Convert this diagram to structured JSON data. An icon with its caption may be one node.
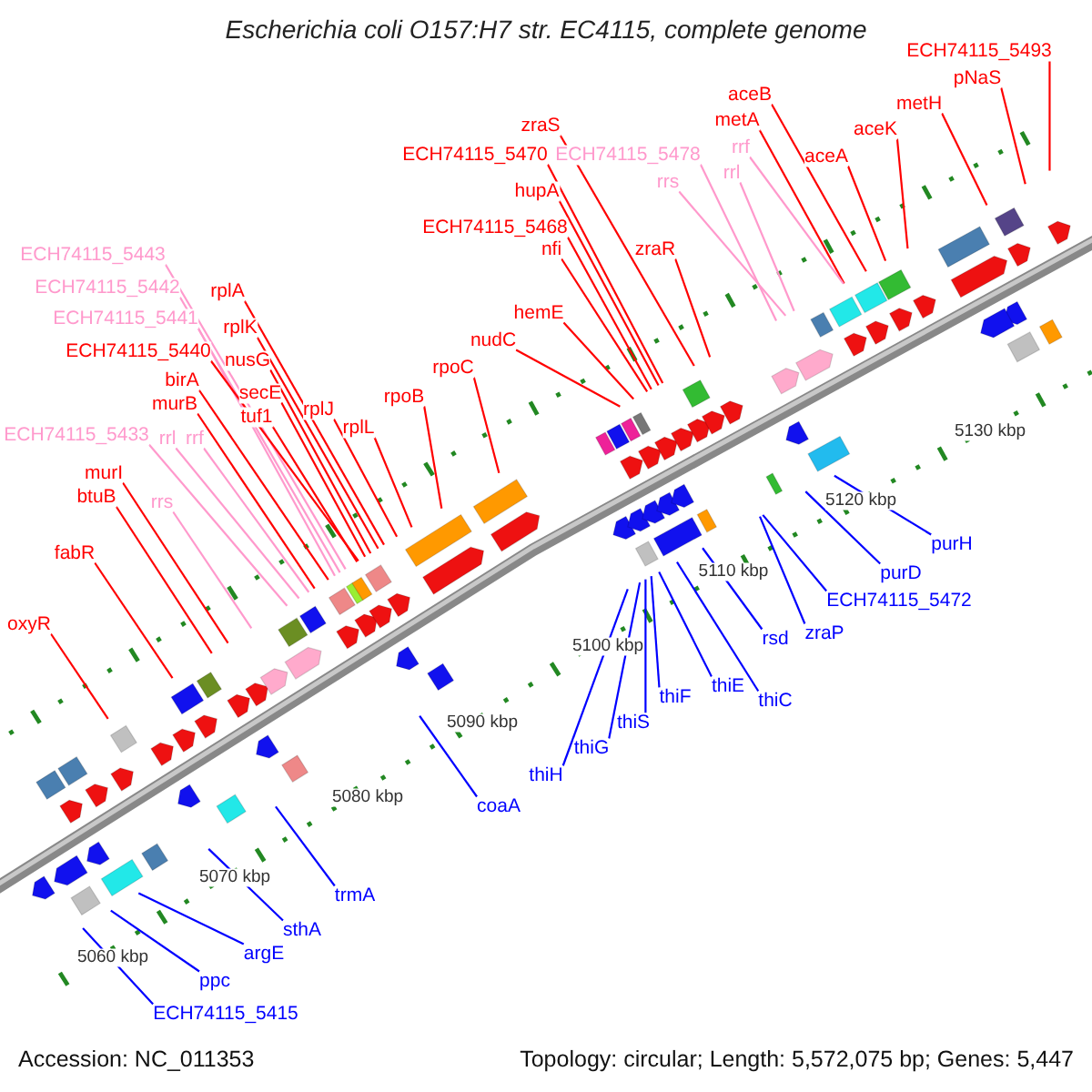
{
  "diagram": {
    "title": "Escherichia coli O157:H7 str. EC4115, complete genome",
    "nodes": [
      {
        "text": [
          "ECH74115_5493"
        ]
      },
      {
        "text": [
          "pNaS"
        ]
      },
      {
        "text": [
          "aceB"
        ]
      },
      {
        "text": [
          "metH"
        ]
      },
      {
        "text": [
          "metA"
        ]
      },
      {
        "text": [
          "zraS"
        ]
      },
      {
        "text": [
          "aceK"
        ]
      },
      {
        "text": [
          "rrf"
        ]
      },
      {
        "text": [
          "ECH74115_5470"
        ]
      },
      {
        "text": [
          "ECH74115_5478"
        ]
      },
      {
        "text": [
          "aceA"
        ]
      },
      {
        "text": [
          "rrl"
        ]
      },
      {
        "text": [
          "rrs"
        ]
      },
      {
        "text": [
          "hupA"
        ]
      },
      {
        "text": [
          "ECH74115_5468"
        ]
      },
      {
        "text": [
          "nfi"
        ]
      },
      {
        "text": [
          "zraR"
        ]
      },
      {
        "text": [
          "ECH74115_5443"
        ]
      },
      {
        "text": [
          "rplA"
        ]
      },
      {
        "text": [
          "ECH74115_5442"
        ]
      },
      {
        "text": [
          "hemE"
        ]
      },
      {
        "text": [
          "ECH74115_5441"
        ]
      },
      {
        "text": [
          "rplK"
        ]
      },
      {
        "text": [
          "nudC"
        ]
      },
      {
        "text": [
          "ECH74115_5440"
        ]
      },
      {
        "text": [
          "nusG"
        ]
      },
      {
        "text": [
          "rpoC"
        ]
      },
      {
        "text": [
          "birA"
        ]
      },
      {
        "text": [
          "secE"
        ]
      },
      {
        "text": [
          "rpoB"
        ]
      },
      {
        "text": [
          "murB"
        ]
      },
      {
        "text": [
          "rplJ"
        ]
      },
      {
        "text": [
          "tuf1"
        ]
      },
      {
        "text": [
          "rplL"
        ]
      },
      {
        "text": [
          "ECH74115_5433"
        ]
      },
      {
        "text": [
          "rrl"
        ]
      },
      {
        "text": [
          "rrf"
        ]
      },
      {
        "text": [
          "murI"
        ]
      },
      {
        "text": [
          "btuB"
        ]
      },
      {
        "text": [
          "rrs"
        ]
      },
      {
        "text": [
          "fabR"
        ]
      },
      {
        "text": [
          "oxyR"
        ]
      },
      {
        "text": [
          "purH"
        ]
      },
      {
        "text": [
          "purD"
        ]
      },
      {
        "text": [
          "ECH74115_5472"
        ]
      },
      {
        "text": [
          "zraP"
        ]
      },
      {
        "text": [
          "rsd"
        ]
      },
      {
        "text": [
          "thiF"
        ]
      },
      {
        "text": [
          "thiE"
        ]
      },
      {
        "text": [
          "thiC"
        ]
      },
      {
        "text": [
          "thiS"
        ]
      },
      {
        "text": [
          "thiG"
        ]
      },
      {
        "text": [
          "thiH"
        ]
      },
      {
        "text": [
          "coaA"
        ]
      },
      {
        "text": [
          "trmA"
        ]
      },
      {
        "text": [
          "argE"
        ]
      },
      {
        "text": [
          "sthA"
        ]
      },
      {
        "text": [
          "ppc"
        ]
      },
      {
        "text": [
          "ECH74115_5415"
        ]
      }
    ],
    "edges": [
      {
        "from": 0,
        "to": null,
        "arrow": "none"
      },
      {
        "from": 1,
        "to": null,
        "arrow": "none"
      },
      {
        "from": 2,
        "to": null,
        "arrow": "none"
      },
      {
        "from": 3,
        "to": null,
        "arrow": "none"
      },
      {
        "from": 4,
        "to": null,
        "arrow": "none"
      },
      {
        "from": 5,
        "to": null,
        "arrow": "none"
      },
      {
        "from": 6,
        "to": null,
        "arrow": "none"
      },
      {
        "from": 7,
        "to": null,
        "arrow": "none",
        "color": "#ff99cc"
      },
      {
        "from": 8,
        "to": null,
        "arrow": "none"
      },
      {
        "from": 9,
        "to": null,
        "arrow": "none",
        "color": "#ff99cc"
      },
      {
        "from": 10,
        "to": null,
        "arrow": "none"
      },
      {
        "from": 11,
        "to": null,
        "arrow": "none",
        "color": "#ff99cc"
      },
      {
        "from": 12,
        "to": null,
        "arrow": "none",
        "color": "#ff99cc"
      },
      {
        "from": 13,
        "to": null,
        "arrow": "none"
      },
      {
        "from": 14,
        "to": null,
        "arrow": "none"
      },
      {
        "from": 15,
        "to": null,
        "arrow": "none"
      },
      {
        "from": 16,
        "to": null,
        "arrow": "none"
      },
      {
        "from": 17,
        "to": null,
        "arrow": "none",
        "color": "#ff99cc"
      },
      {
        "from": 18,
        "to": null,
        "arrow": "none"
      },
      {
        "from": 19,
        "to": null,
        "arrow": "none",
        "color": "#ff99cc"
      },
      {
        "from": 20,
        "to": null,
        "arrow": "none"
      },
      {
        "from": 21,
        "to": null,
        "arrow": "none",
        "color": "#ff99cc"
      },
      {
        "from": 22,
        "to": null,
        "arrow": "none"
      },
      {
        "from": 23,
        "to": null,
        "arrow": "none"
      },
      {
        "from": 24,
        "to": null,
        "arrow": "none"
      },
      {
        "from": 25,
        "to": null,
        "arrow": "none"
      },
      {
        "from": 26,
        "to": null,
        "arrow": "none"
      },
      {
        "from": 27,
        "to": null,
        "arrow": "none"
      },
      {
        "from": 28,
        "to": null,
        "arrow": "none"
      },
      {
        "from": 29,
        "to": null,
        "arrow": "none"
      },
      {
        "from": 30,
        "to": null,
        "arrow": "none"
      },
      {
        "from": 31,
        "to": null,
        "arrow": "none"
      },
      {
        "from": 32,
        "to": null,
        "arrow": "none"
      },
      {
        "from": 33,
        "to": null,
        "arrow": "none"
      },
      {
        "from": 34,
        "to": null,
        "arrow": "none",
        "color": "#ff99cc"
      },
      {
        "from": 35,
        "to": null,
        "arrow": "none",
        "color": "#ff99cc"
      },
      {
        "from": 36,
        "to": null,
        "arrow": "none",
        "color": "#ff99cc"
      },
      {
        "from": 37,
        "to": null,
        "arrow": "none"
      },
      {
        "from": 38,
        "to": null,
        "arrow": "none"
      },
      {
        "from": 39,
        "to": null,
        "arrow": "none",
        "color": "#ff99cc"
      },
      {
        "from": 40,
        "to": null,
        "arrow": "none"
      },
      {
        "from": 41,
        "to": null,
        "arrow": "none"
      },
      {
        "from": 42,
        "to": null,
        "arrow": "none",
        "color": "#0000ff"
      },
      {
        "from": 43,
        "to": null,
        "arrow": "none",
        "color": "#0000ff"
      },
      {
        "from": 44,
        "to": null,
        "arrow": "none",
        "color": "#0000ff"
      },
      {
        "from": 45,
        "to": null,
        "arrow": "none",
        "color": "#0000ff"
      },
      {
        "from": 46,
        "to": null,
        "arrow": "none",
        "color": "#0000ff"
      },
      {
        "from": 47,
        "to": null,
        "arrow": "none",
        "color": "#0000ff"
      },
      {
        "from": 48,
        "to": null,
        "arrow": "none",
        "color": "#0000ff"
      },
      {
        "from": 49,
        "to": null,
        "arrow": "none",
        "color": "#0000ff"
      },
      {
        "from": 50,
        "to": null,
        "arrow": "none",
        "color": "#0000ff"
      },
      {
        "from": 51,
        "to": null,
        "arrow": "none",
        "color": "#0000ff"
      },
      {
        "from": 52,
        "to": null,
        "arrow": "none",
        "color": "#0000ff"
      },
      {
        "from": 53,
        "to": null,
        "arrow": "none",
        "color": "#0000ff"
      },
      {
        "from": 54,
        "to": null,
        "arrow": "none",
        "color": "#0000ff"
      },
      {
        "from": 55,
        "to": null,
        "arrow": "none",
        "color": "#0000ff"
      },
      {
        "from": 56,
        "to": null,
        "arrow": "none",
        "color": "#0000ff"
      },
      {
        "from": 57,
        "to": null,
        "arrow": "none",
        "color": "#0000ff"
      },
      {
        "from": 58,
        "to": null,
        "arrow": "none",
        "color": "#0000ff"
      }
    ],
    "labels": [
      "5130 kbp",
      "5120 kbp",
      "5110 kbp",
      "5100 kbp",
      "5090 kbp",
      "5080 kbp",
      "5070 kbp",
      "5060 kbp",
      "Accession: NC_011353",
      "Topology: circular; Length: 5,572,075 bp; Genes: 5,447"
    ]
  }
}
